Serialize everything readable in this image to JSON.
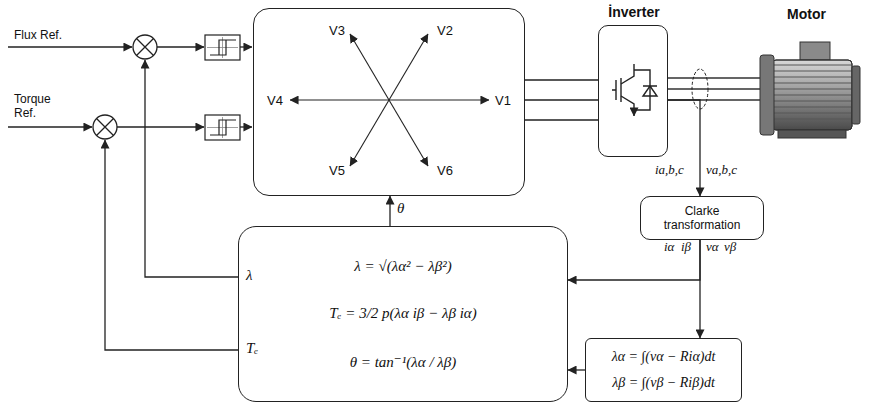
{
  "diagram": {
    "nodes": [
      {
        "text": [
          "V3",
          "V2",
          "V4",
          "V1",
          "V5",
          "V6"
        ]
      },
      {
        "text": [
          "İnverter"
        ]
      },
      {
        "text": [
          "Clarke transformation"
        ]
      },
      {
        "text": [
          "λ = √(λα² − λβ²)",
          "Tₑ = 3/2 p(λα iβ − λβ iα)",
          "θ = tan⁻¹(λα / λβ)"
        ]
      },
      {
        "text": [
          "λα = ∫(vα − Riα)dt",
          "λβ = ∫(vβ − Riβ)dt"
        ]
      }
    ],
    "edges": [
      {
        "from": 0,
        "to": 1,
        "arrow": "none"
      },
      {
        "from": 1,
        "to": 2,
        "arrow": "to"
      },
      {
        "from": 2,
        "to": 3,
        "arrow": "to"
      },
      {
        "from": 2,
        "to": 4,
        "arrow": "to"
      },
      {
        "from": 4,
        "to": 3,
        "arrow": "to"
      },
      {
        "from": 3,
        "to": 0,
        "arrow": "to",
        "label": "θ"
      }
    ],
    "labels": [
      "Flux Ref.",
      "Torque Ref.",
      "Motor",
      "ia,b,c",
      "va,b,c",
      "iα",
      "iβ",
      "vα",
      "vβ",
      "λ",
      "Tₑ"
    ]
  }
}
